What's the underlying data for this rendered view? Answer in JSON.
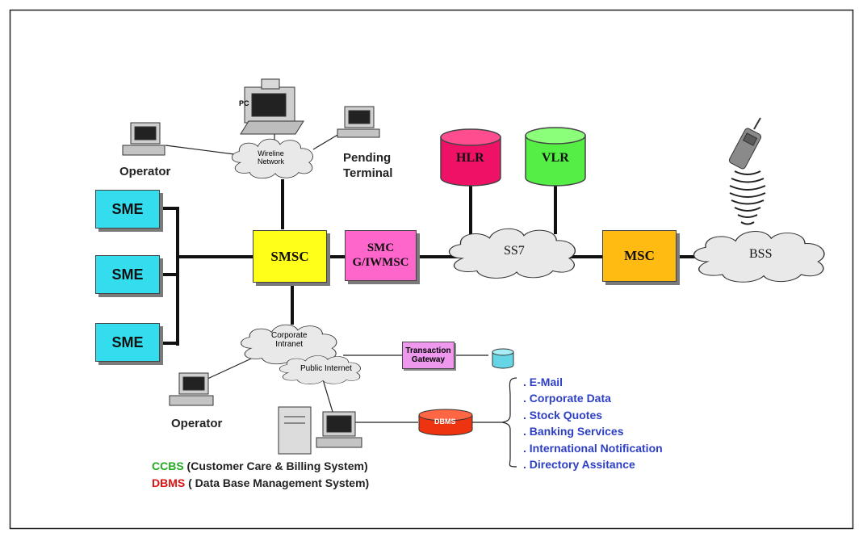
{
  "nodes": {
    "sme": [
      "SME",
      "SME",
      "SME"
    ],
    "smsc": "SMSC",
    "smc_line1": "SMC",
    "smc_line2": "G/IWMSC",
    "ss7": "SS7",
    "hlr": "HLR",
    "vlr": "VLR",
    "msc": "MSC",
    "bss": "BSS",
    "wireline_line1": "Wireline",
    "wireline_line2": "Network",
    "corporate_line1": "Corporate",
    "corporate_line2": "Intranet",
    "public_internet": "Public Internet",
    "transaction_line1": "Transaction",
    "transaction_line2": "Gateway",
    "dbms": "DBMS",
    "pc": "PC",
    "operator_top": "Operator",
    "operator_bottom": "Operator",
    "pending_line1": "Pending",
    "pending_line2": "Terminal"
  },
  "services": [
    ". E-Mail",
    ". Corporate Data",
    ". Stock Quotes",
    ". Banking Services",
    ". International Notification",
    ". Directory Assitance"
  ],
  "legend": {
    "ccbs_abbr": "CCBS",
    "ccbs_desc": " (Customer Care & Billing System)",
    "dbms_abbr": "DBMS",
    "dbms_desc": " ( Data Base Management System)"
  },
  "colors": {
    "sme": "#33ddee",
    "smsc": "#ffff1a",
    "smc": "#ff66cc",
    "hlr": "#ee1166",
    "vlr": "#55ee44",
    "msc": "#ffbb11",
    "transaction_gateway": "#ee99ee",
    "dbms": "#ee3311",
    "ccbs_text": "#22aa22",
    "dbms_text": "#dd1111",
    "services_text": "#2d3fc4"
  },
  "icons": [
    "pc-icon",
    "operator-computer-icon",
    "pending-terminal-icon",
    "server-icon",
    "mobile-phone-icon",
    "database-icon"
  ]
}
